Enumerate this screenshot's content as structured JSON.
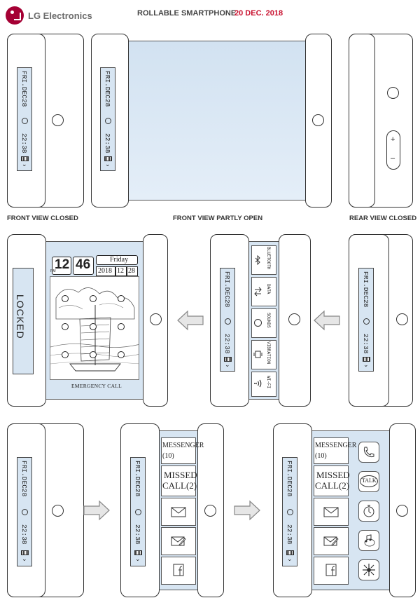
{
  "header": {
    "brand": "LG Electronics",
    "title": "ROLLABLE SMARTPHONE",
    "date": "20 DEC. 2018"
  },
  "captions": {
    "front_closed": "FRONT VIEW CLOSED",
    "front_partly_open": "FRONT VIEW PARTLY OPEN",
    "rear_closed": "REAR VIEW CLOSED"
  },
  "strip": {
    "date": "FRI.DEC28",
    "time": "22:38",
    "chevron": "⌄"
  },
  "rear": {
    "plus": "+",
    "minus": "–"
  },
  "locked": {
    "label": "LOCKED",
    "hour": "12",
    "ampm": "PM",
    "minute": "46",
    "weekday": "Friday",
    "year": "2018",
    "month": "12",
    "day": "28",
    "emergency": "EMERGENCY CALL"
  },
  "toggles": {
    "bluetooth": "BLUETOOTH",
    "data": "DATA",
    "sounds": "SOUNDS",
    "vibration": "VIBRATION",
    "wifi": "WI-FI"
  },
  "notifications": {
    "messenger_line1": "MESSENGER",
    "messenger_line2": "(10)",
    "missed_line1": "MISSED",
    "missed_line2": "CALL(2)"
  },
  "apps": {
    "talk": "TALK"
  },
  "icons": [
    "bluetooth-icon",
    "data-transfer-icon",
    "sound-icon",
    "vibration-icon",
    "wifi-icon",
    "mail-icon",
    "edit-mail-icon",
    "phone-icon",
    "talk-icon",
    "timer-icon",
    "music-icon",
    "flower-icon",
    "arrow-left-icon",
    "arrow-right-icon"
  ],
  "colors": {
    "brand": "#a50034",
    "date_accent": "#c8102e",
    "screen": "#d7e5f2"
  }
}
